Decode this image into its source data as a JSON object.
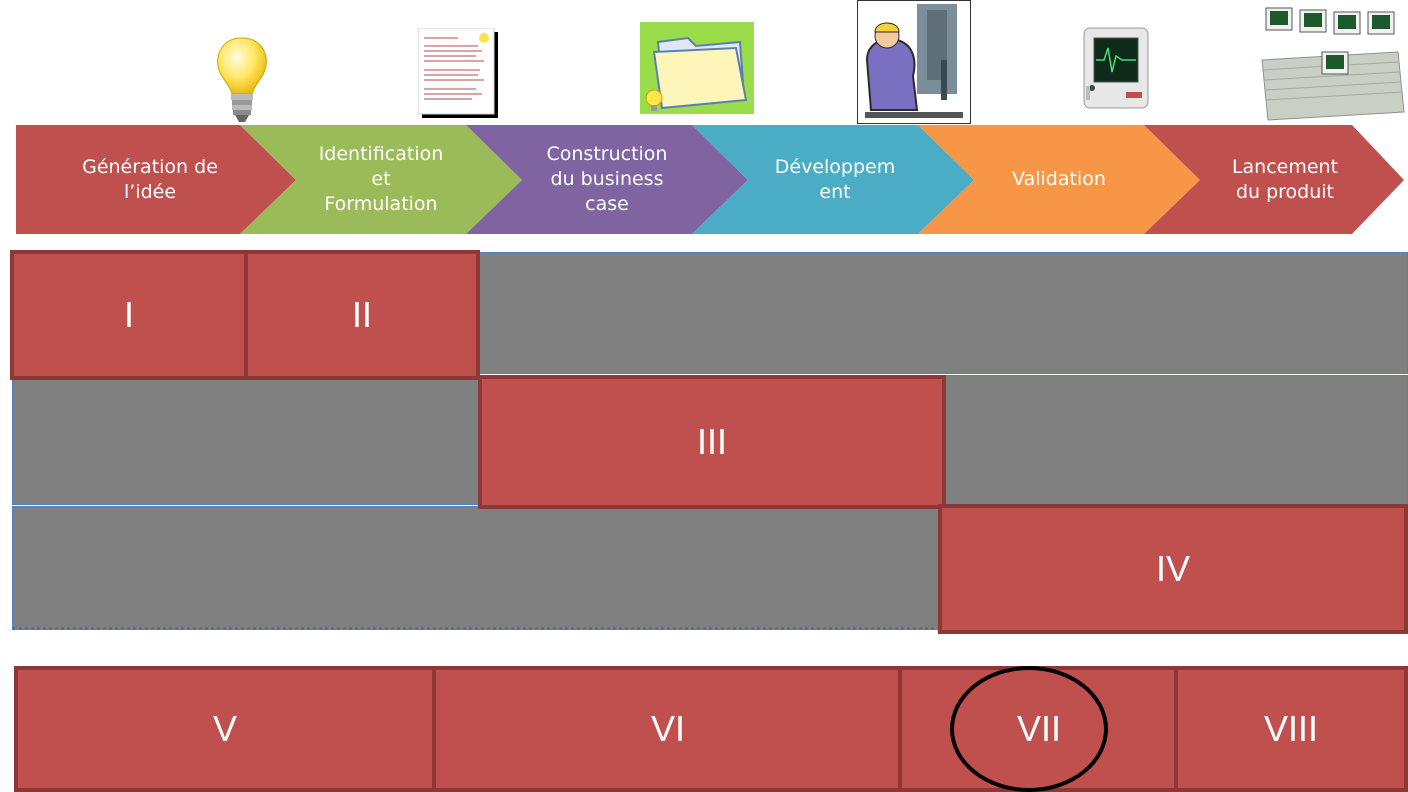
{
  "process": {
    "steps": [
      {
        "label": "Génération de\nl’idée",
        "color": "#c0504d",
        "icon": "lightbulb-icon"
      },
      {
        "label": "Identification\net\nFormulation",
        "color": "#9bbb59",
        "icon": "document-icon"
      },
      {
        "label": "Construction\ndu business\ncase",
        "color": "#8064a2",
        "icon": "folder-icon"
      },
      {
        "label": "Développem\nent",
        "color": "#4bacc6",
        "icon": "engineer-icon"
      },
      {
        "label": "Validation",
        "color": "#f79646",
        "icon": "monitor-icon"
      },
      {
        "label": "Lancement\ndu produit",
        "color": "#c0504d",
        "icon": "computers-money-icon"
      }
    ]
  },
  "grid": {
    "block_i": "I",
    "block_ii": "II",
    "block_iii": "III",
    "block_iv": "IV"
  },
  "bottom_row": {
    "block_v": "V",
    "block_vi": "VI",
    "block_vii": "VII",
    "block_viii": "VIII"
  },
  "colors": {
    "red": "#c0504d",
    "grey": "#808080",
    "dark_red_border": "#8c3836"
  }
}
